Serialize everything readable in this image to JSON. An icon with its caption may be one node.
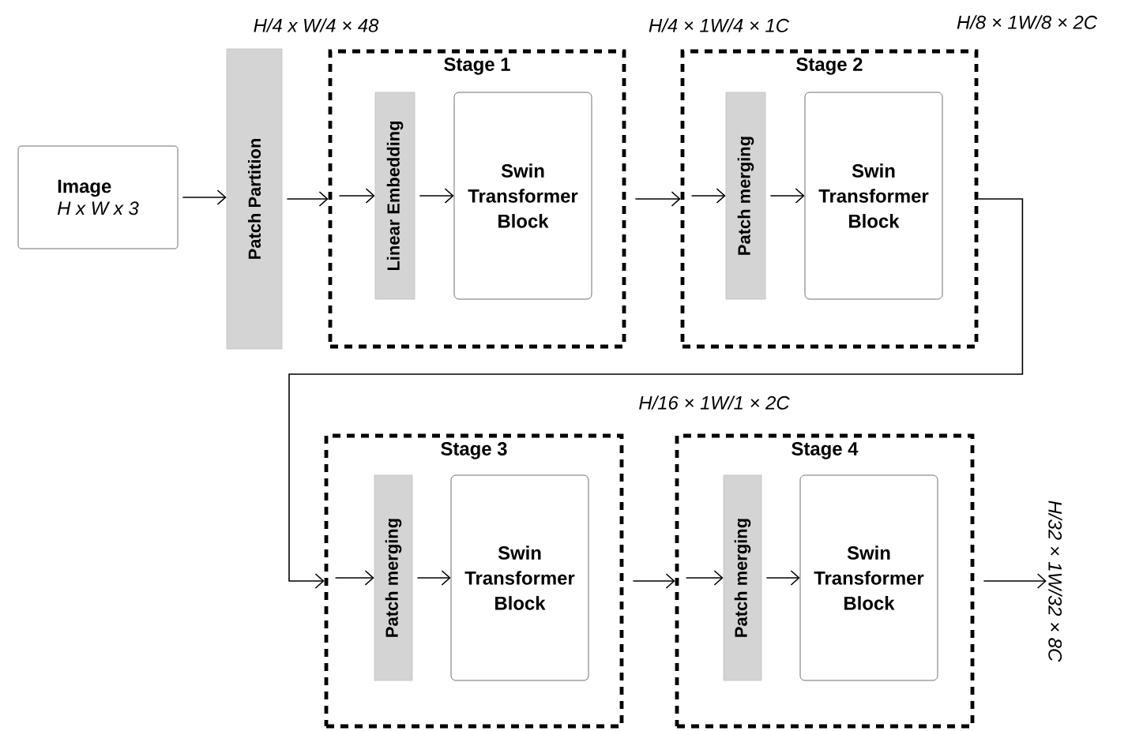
{
  "diagram": {
    "nodes": [
      {
        "text": [
          "Image",
          "H x W x 3"
        ]
      },
      {
        "text": [
          "Patch Partition"
        ]
      },
      {
        "text": [
          "Stage 1"
        ]
      },
      {
        "text": [
          "Linear Embedding"
        ],
        "in": 2
      },
      {
        "text": [
          "Swin Transformer Block"
        ],
        "in": 2
      },
      {
        "text": [
          "Stage 2"
        ]
      },
      {
        "text": [
          "Patch merging"
        ],
        "in": 5
      },
      {
        "text": [
          "Swin Transformer Block"
        ],
        "in": 5
      },
      {
        "text": [
          "Stage 3"
        ]
      },
      {
        "text": [
          "Patch merging"
        ],
        "in": 8
      },
      {
        "text": [
          "Swin Transformer Block"
        ],
        "in": 8
      },
      {
        "text": [
          "Stage 4"
        ]
      },
      {
        "text": [
          "Patch merging"
        ],
        "in": 11
      },
      {
        "text": [
          "Swin Transformer Block"
        ],
        "in": 11
      },
      {
        "text": [
          "H/32 × 1W/32 × 8C"
        ]
      }
    ],
    "edges": [
      {
        "from": 0,
        "to": 1,
        "arrow": "to"
      },
      {
        "from": 1,
        "to": 2,
        "arrow": "to"
      },
      {
        "from": 2,
        "to": 3,
        "arrow": "to"
      },
      {
        "from": 3,
        "to": 4,
        "arrow": "to"
      },
      {
        "from": 2,
        "to": 5,
        "arrow": "to"
      },
      {
        "from": 5,
        "to": 6,
        "arrow": "to"
      },
      {
        "from": 6,
        "to": 7,
        "arrow": "to"
      },
      {
        "from": 5,
        "to": 8,
        "arrow": "to"
      },
      {
        "from": 8,
        "to": 9,
        "arrow": "to"
      },
      {
        "from": 9,
        "to": 10,
        "arrow": "to"
      },
      {
        "from": 8,
        "to": 11,
        "arrow": "to"
      },
      {
        "from": 11,
        "to": 12,
        "arrow": "to"
      },
      {
        "from": 12,
        "to": 13,
        "arrow": "to"
      },
      {
        "from": 11,
        "to": 14,
        "arrow": "to"
      }
    ],
    "labels": [
      "H/4 x W/4 × 48",
      "H/4 × 1W/4 × 1C",
      "H/8 × 1W/8 × 2C",
      "H/16 × 1W/1 × 2C"
    ]
  }
}
